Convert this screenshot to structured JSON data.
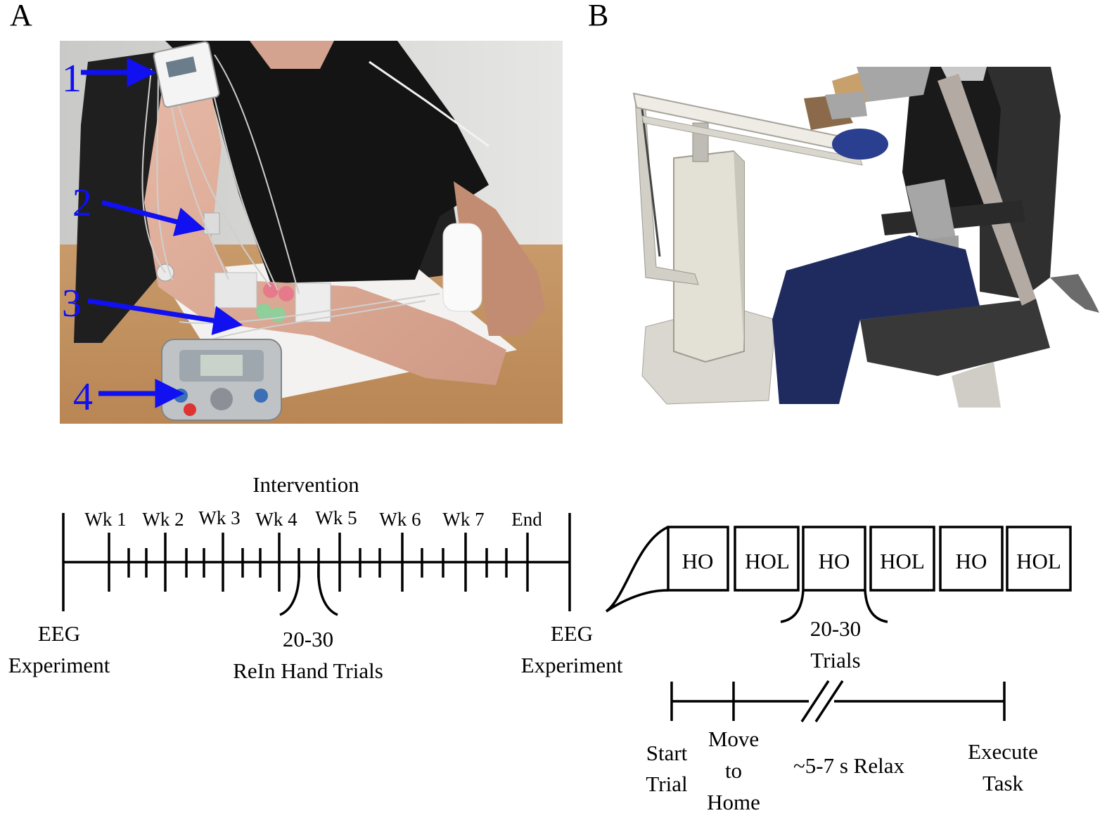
{
  "panels": {
    "a": "A",
    "b": "B"
  },
  "photo_a": {
    "markers": [
      "1",
      "2",
      "3",
      "4"
    ],
    "arrow_color": "#1010f0"
  },
  "timeline": {
    "title": "Intervention",
    "weeks": [
      "Wk 1",
      "Wk 2",
      "Wk 3",
      "Wk 4",
      "Wk 5",
      "Wk 6",
      "Wk 7",
      "End"
    ],
    "start_label": [
      "EEG",
      "Experiment"
    ],
    "end_label": [
      "EEG",
      "Experiment"
    ],
    "session_label": [
      "20-30",
      "ReIn Hand Trials"
    ]
  },
  "session": {
    "blocks": [
      "HO",
      "HOL",
      "HO",
      "HOL",
      "HO",
      "HOL"
    ],
    "trials_label": [
      "20-30",
      "Trials"
    ]
  },
  "trial": {
    "phases": [
      {
        "lines": [
          "Start",
          "Trial"
        ]
      },
      {
        "lines": [
          "Move",
          "to",
          "Home"
        ]
      },
      {
        "lines": [
          "~5-7 s Relax"
        ]
      },
      {
        "lines": [
          "Execute",
          "Task"
        ]
      }
    ]
  }
}
